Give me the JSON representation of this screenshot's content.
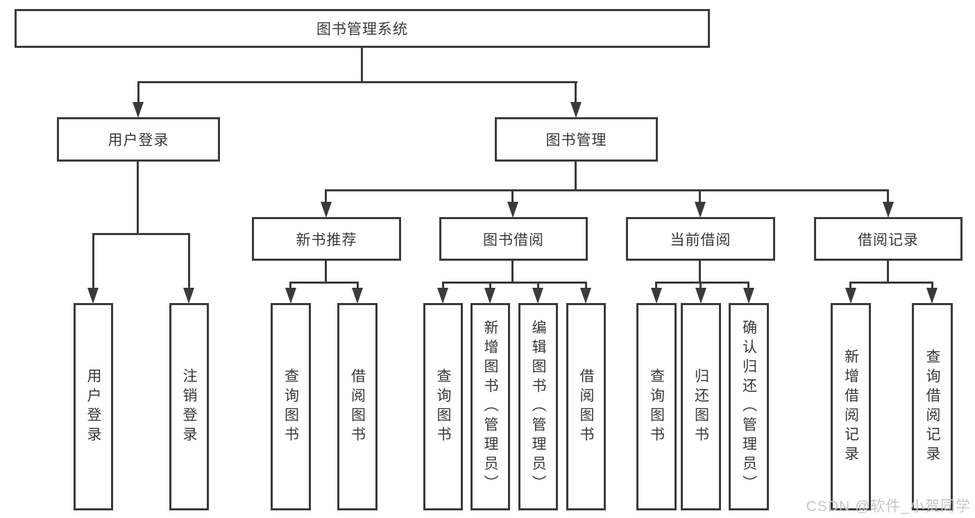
{
  "diagram": {
    "colors": {
      "line": "#3a3a3a",
      "text": "#383838",
      "watermark": "#c6c6c6",
      "background": "#ffffff"
    },
    "root": {
      "label": "图书管理系统"
    },
    "level2": [
      {
        "label": "用户登录"
      },
      {
        "label": "图书管理"
      }
    ],
    "level3": [
      {
        "label": "新书推荐"
      },
      {
        "label": "图书借阅"
      },
      {
        "label": "当前借阅"
      },
      {
        "label": "借阅记录"
      }
    ],
    "leaves": [
      {
        "label": "用户登录"
      },
      {
        "label": "注销登录"
      },
      {
        "label": "查询图书"
      },
      {
        "label": "借阅图书"
      },
      {
        "label": "查询图书"
      },
      {
        "label": "新增图书（管理员）"
      },
      {
        "label": "编辑图书（管理员）"
      },
      {
        "label": "借阅图书"
      },
      {
        "label": "查询图书"
      },
      {
        "label": "归还图书"
      },
      {
        "label": "确认归还（管理员）"
      },
      {
        "label": "新增借阅记录"
      },
      {
        "label": "查询借阅记录"
      }
    ],
    "watermark": {
      "text": "CSDN @软件_小贺同学"
    }
  }
}
